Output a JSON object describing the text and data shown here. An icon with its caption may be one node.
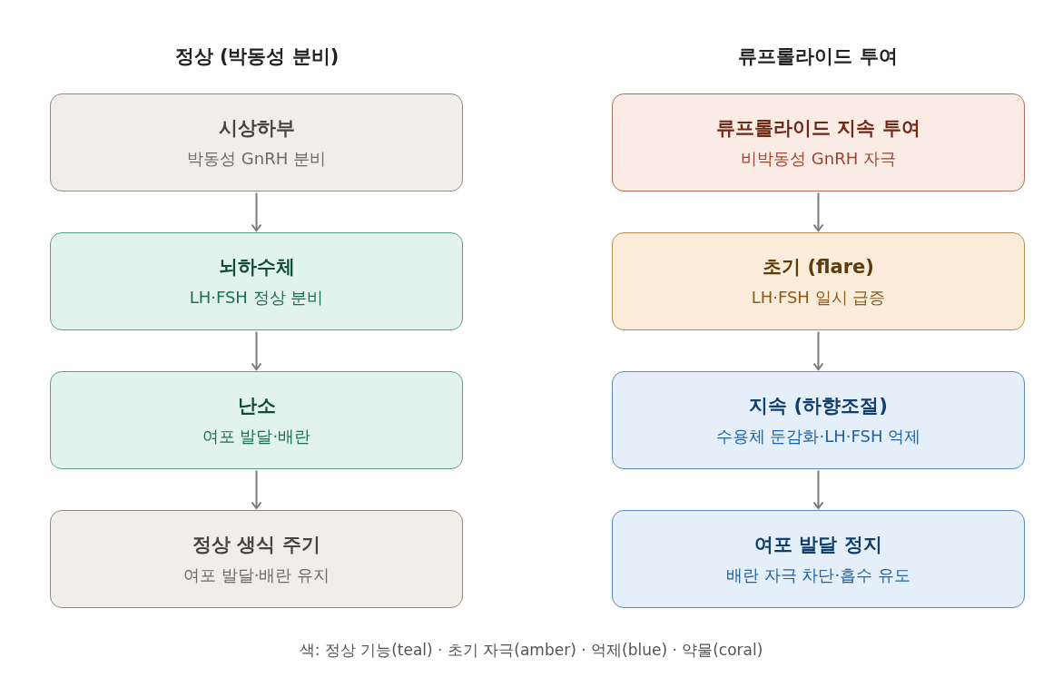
{
  "diagram": {
    "caption": "색: 정상 기능(teal) · 초기 자극(amber) · 억제(blue) · 약물(coral)",
    "nodes": [
      {
        "text": [
          "시상하부",
          "박동성 GnRH 분비"
        ]
      },
      {
        "text": [
          "뇌하수체",
          "LH·FSH 정상 분비"
        ]
      },
      {
        "text": [
          "난소",
          "여포 발달·배란"
        ]
      },
      {
        "text": [
          "정상 생식 주기",
          "여포 발달·배란 유지"
        ]
      },
      {
        "text": [
          "류프롤라이드 지속 투여",
          "비박동성 GnRH 자극"
        ]
      },
      {
        "text": [
          "초기 (flare)",
          "LH·FSH 일시 급증"
        ]
      },
      {
        "text": [
          "지속 (하향조절)",
          "수용체 둔감화·LH·FSH 억제"
        ]
      },
      {
        "text": [
          "여포 발달 정지",
          "배란 자극 차단·흡수 유도"
        ]
      }
    ],
    "edges": [
      {
        "from": 0,
        "to": 1,
        "arrow": "to"
      },
      {
        "from": 1,
        "to": 2,
        "arrow": "to"
      },
      {
        "from": 2,
        "to": 3,
        "arrow": "to"
      },
      {
        "from": 4,
        "to": 5,
        "arrow": "to"
      },
      {
        "from": 5,
        "to": 6,
        "arrow": "to"
      },
      {
        "from": 6,
        "to": 7,
        "arrow": "to"
      }
    ],
    "labels": [
      "정상 (박동성 분비)",
      "류프롤라이드 투여"
    ]
  }
}
